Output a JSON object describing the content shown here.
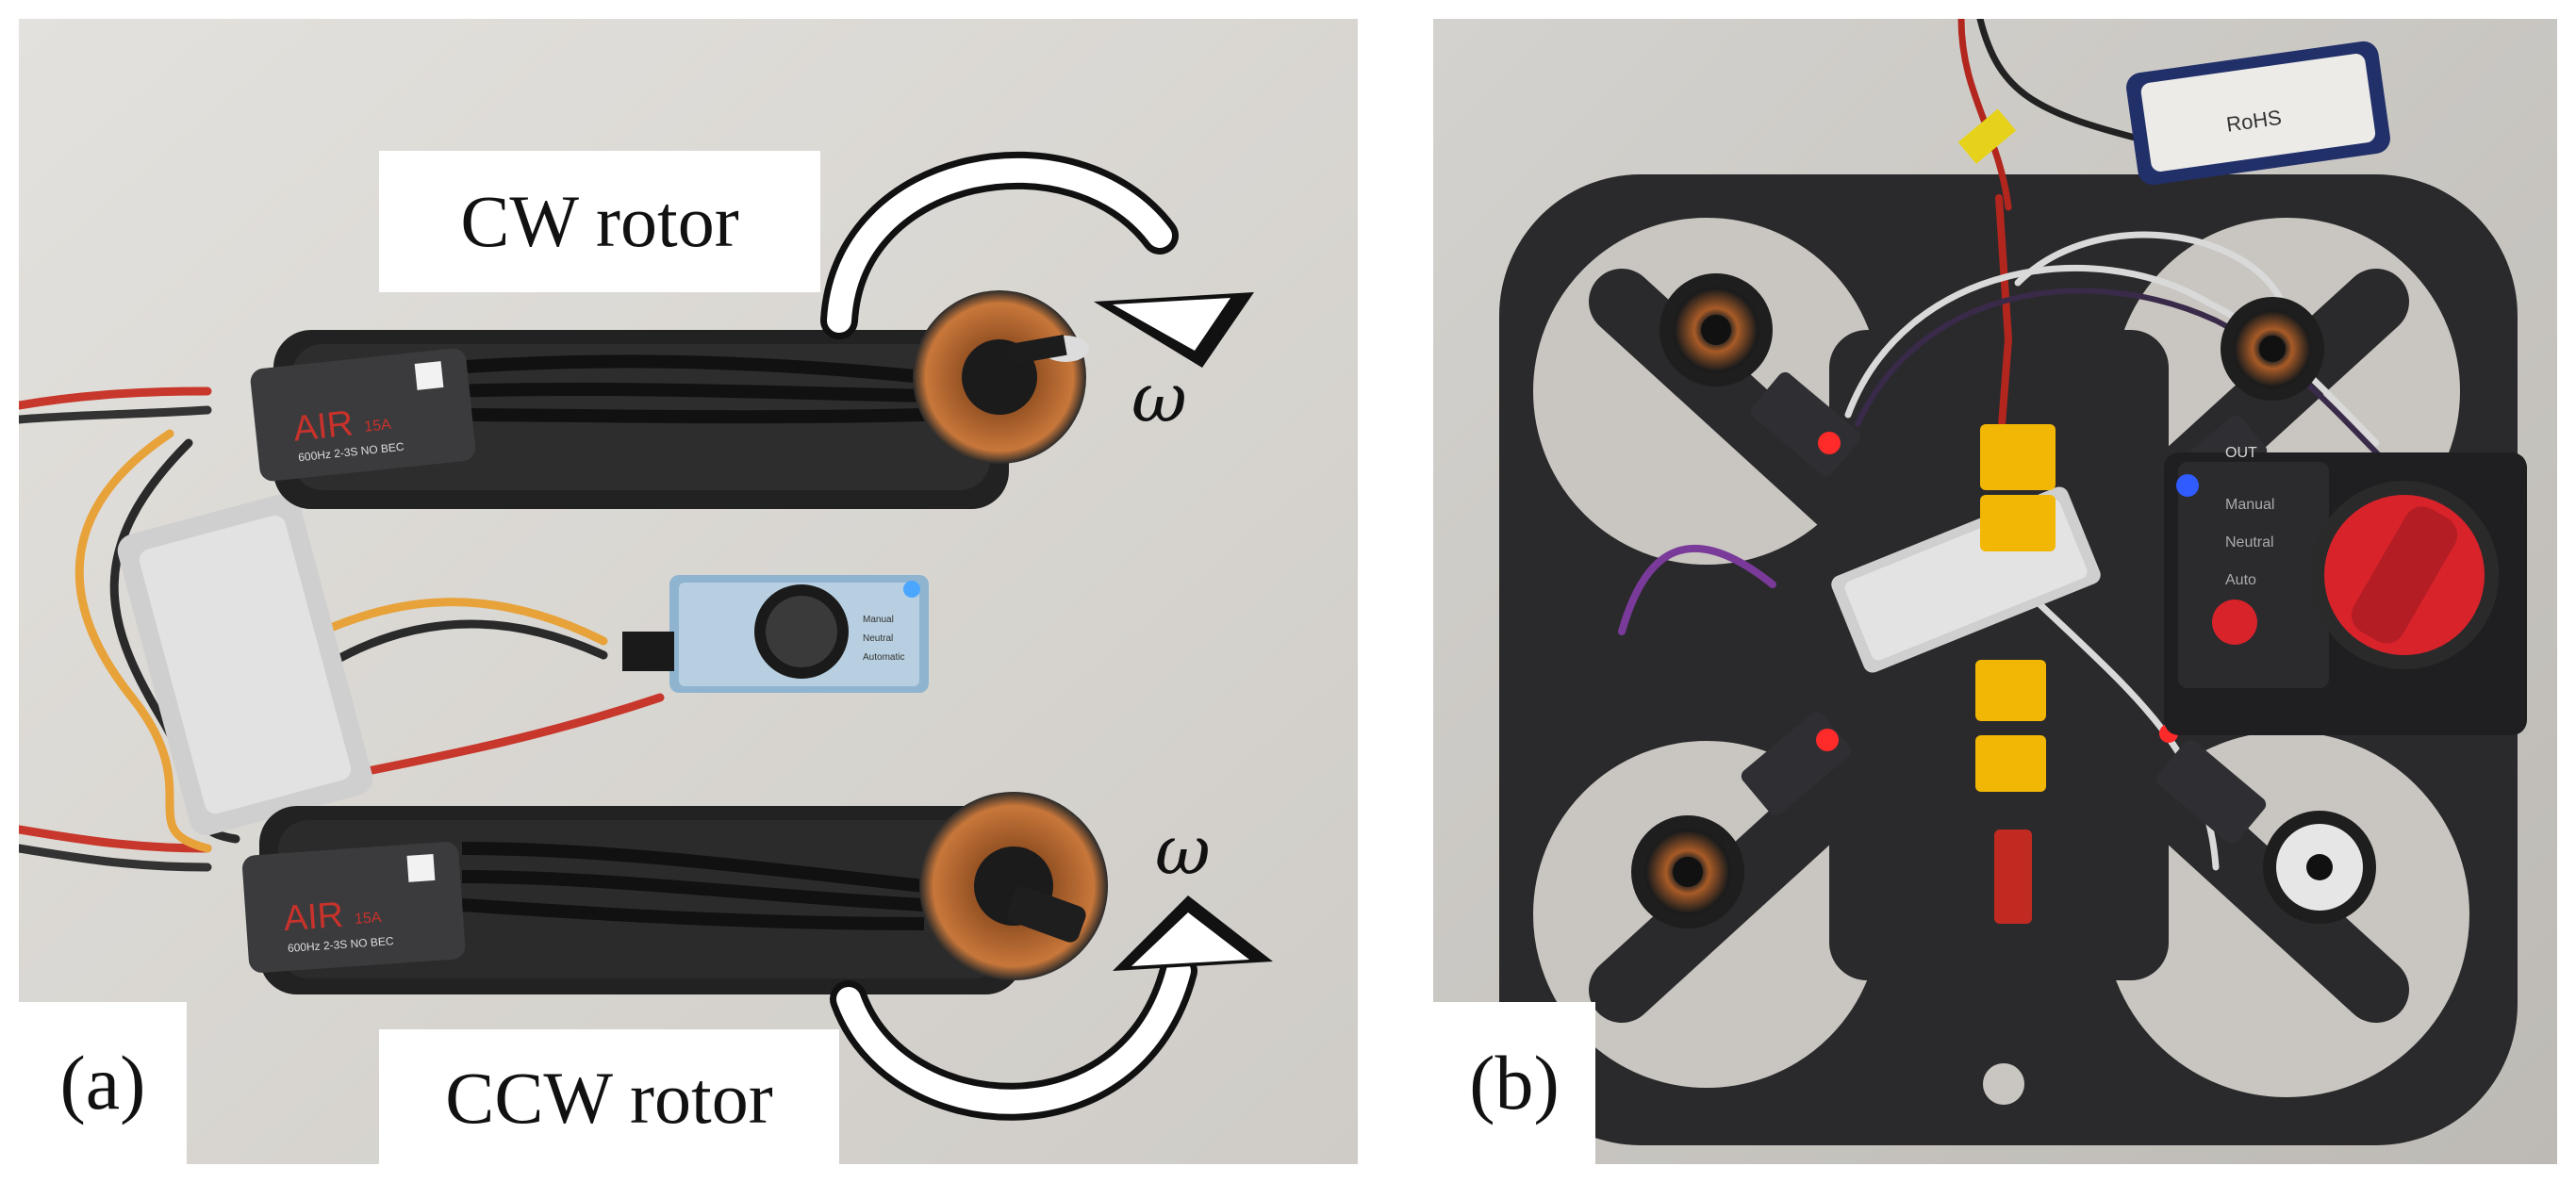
{
  "panel_a": {
    "letter": "(a)",
    "cw_label": "CW rotor",
    "ccw_label": "CCW rotor",
    "omega_top": "ω",
    "omega_bottom": "ω",
    "esc_brand": "AIR",
    "esc_rating": "15A",
    "esc_spec": "600Hz 2-3S NO BEC",
    "switch_modes": [
      "Manual",
      "Neutral",
      "Automatic"
    ]
  },
  "panel_b": {
    "letter": "(b)",
    "switch_modes": [
      "Manual",
      "Neutral",
      "Auto"
    ],
    "out_label": "OUT",
    "battery_marking": "RoHS"
  },
  "colors": {
    "table_background": "#dcdad6",
    "frame_carbon": "#2a2a2c",
    "motor_copper": "#b5652d",
    "selector_knob_red": "#d9232b",
    "connector_yellow": "#f2b705",
    "led_red": "#ff2a2a",
    "led_blue": "#2f5bff"
  }
}
